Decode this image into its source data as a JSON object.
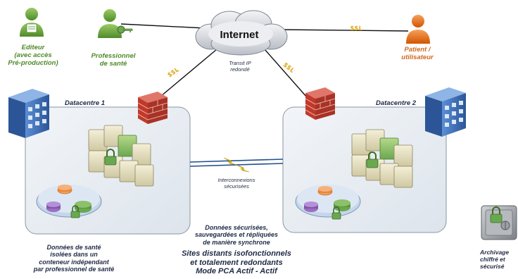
{
  "actors": {
    "editeur": {
      "label_lines": [
        "Editeur",
        "(avec accès",
        "Pré-production)"
      ],
      "color": "#6aa84f"
    },
    "professionnel": {
      "label_lines": [
        "Professionnel",
        "de santé"
      ],
      "color": "#6aa84f"
    },
    "patient": {
      "label_lines": [
        "Patient /",
        "utilisateur"
      ],
      "color": "#e8731f"
    }
  },
  "internet": {
    "label": "Internet"
  },
  "links": {
    "ssl_label": "SSL",
    "transit_lines": [
      "Transit IP",
      "redondé"
    ],
    "interconnexion_lines": [
      "Interconnexions",
      "sécurisées"
    ]
  },
  "datacentres": [
    {
      "title": "Datacentre 1"
    },
    {
      "title": "Datacentre 2"
    }
  ],
  "captions": {
    "donnees_sante_lines": [
      "Données de santé",
      "isolées dans un",
      "conteneur indépendant",
      "par professionnel de santé"
    ],
    "donnees_securisees_lines": [
      "Données sécurisées,",
      "sauvegardées et répliquées",
      "de manière synchrone"
    ],
    "sites_distants_lines": [
      "Sites distants isofonctionnels",
      "et totalement redondants",
      "Mode PCA Actif - Actif"
    ],
    "archivage_lines": [
      "Archivage",
      "chiffré et",
      "sécurisé"
    ]
  },
  "colors": {
    "actor_green": "#6aa84f",
    "actor_orange": "#e8731f",
    "label_green": "#4f8a2a",
    "label_orange": "#d2691e",
    "text_dark": "#1f2a44",
    "zone_fill": "#e9eef3",
    "building_blue": "#3d6fb5",
    "firewall_red": "#c0392b",
    "ssl_yellow": "#f5b400"
  }
}
